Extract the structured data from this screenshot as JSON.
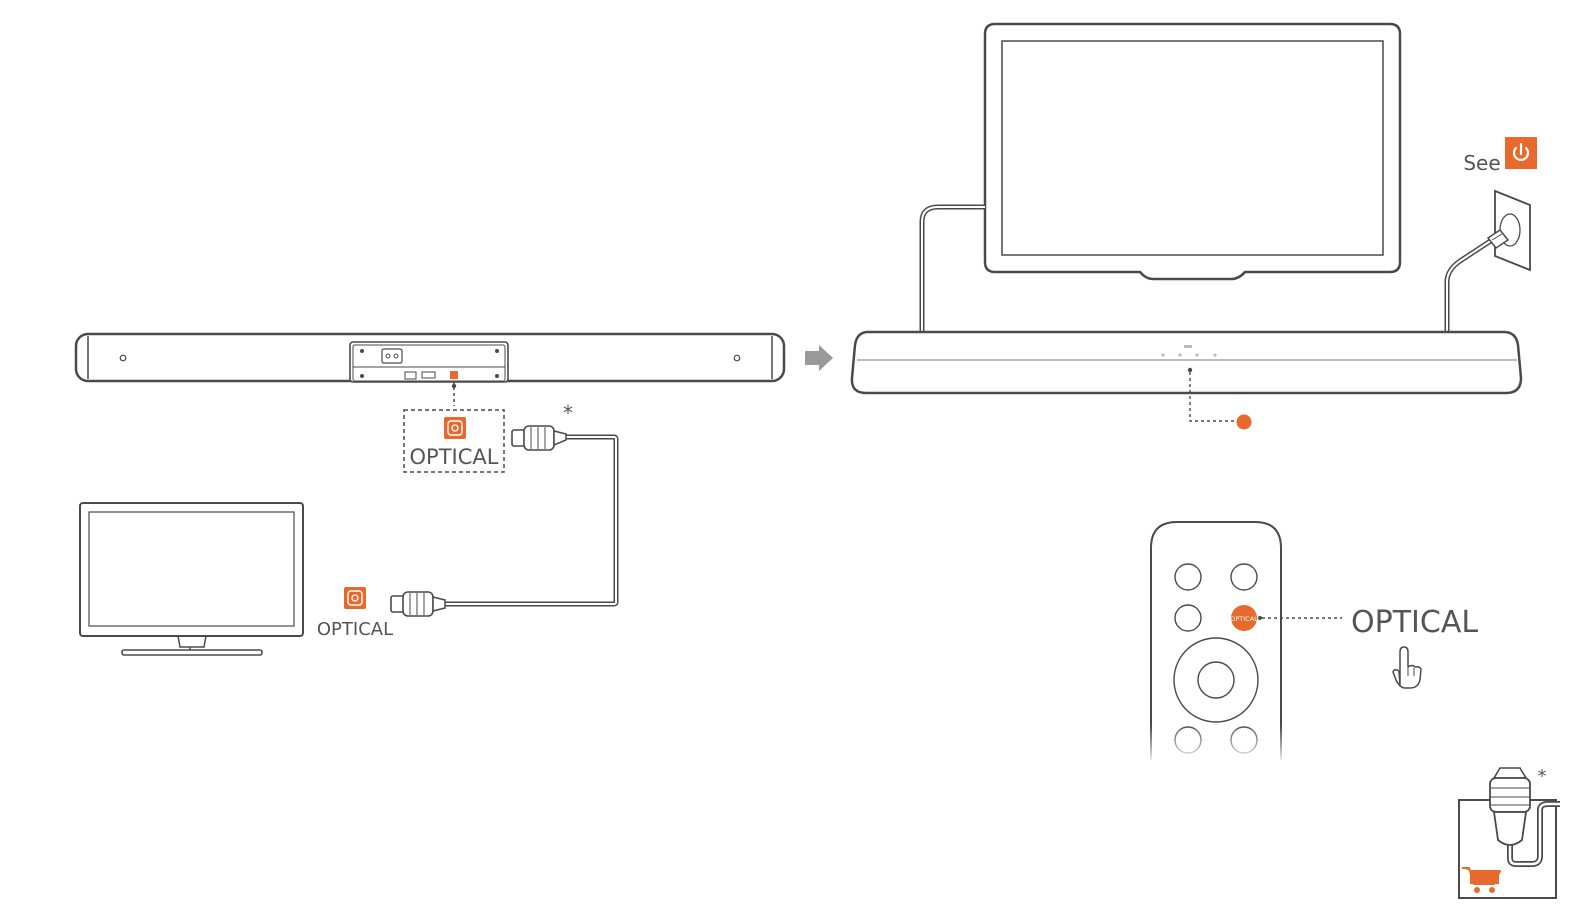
{
  "labels": {
    "soundbar_port": "OPTICAL",
    "tv_port": "OPTICAL",
    "remote_button": "OPTICAL",
    "remote_callout": "OPTICAL",
    "see": "See",
    "asterisk_cable": "*",
    "asterisk_purchase": "*"
  },
  "icons": {
    "optical_port": "optical-port-icon",
    "power": "power-icon",
    "arrow": "arrow-right-icon",
    "hand": "pointing-hand-icon",
    "cart": "shopping-cart-icon",
    "wall_socket": "wall-socket-icon"
  },
  "colors": {
    "accent": "#e8692c",
    "line": "#4a4a4a",
    "arrow": "#9a9a9a"
  }
}
